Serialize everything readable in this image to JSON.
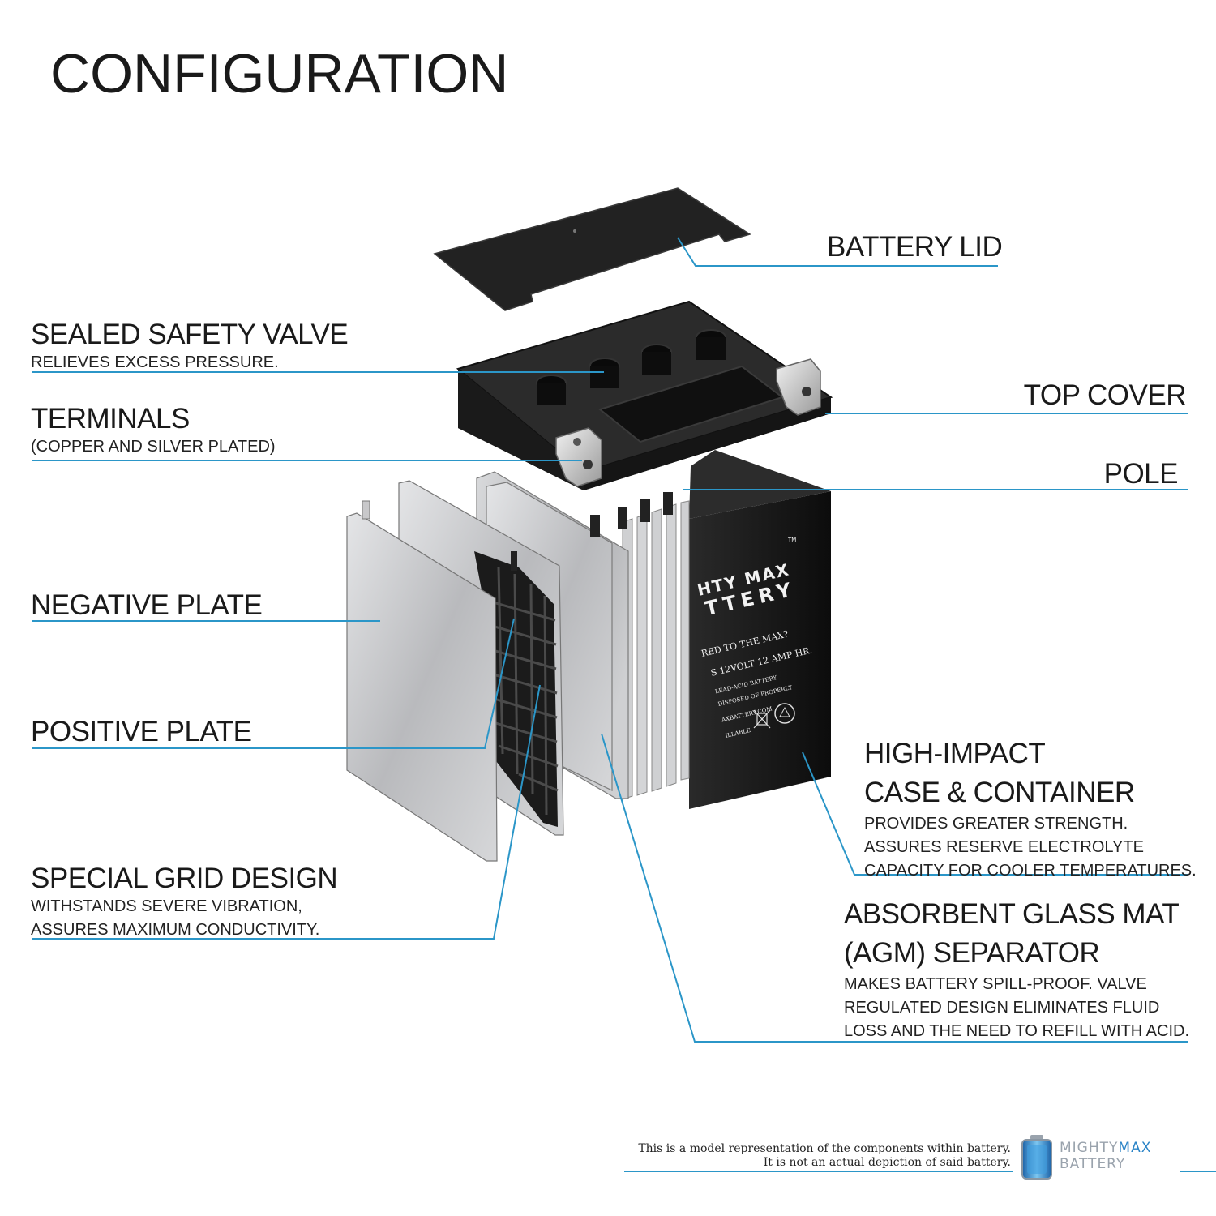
{
  "title": "CONFIGURATION",
  "colors": {
    "leader_line": "#2b96c8",
    "text": "#1a1a1a",
    "battery": "#141414",
    "plate": "#c6c7c9"
  },
  "callouts": {
    "battery_lid": {
      "heading": "BATTERY LID"
    },
    "safety_valve": {
      "heading": "SEALED SAFETY VALVE",
      "sub": "RELIEVES EXCESS PRESSURE."
    },
    "terminals": {
      "heading": "TERMINALS",
      "sub": "(COPPER AND SILVER PLATED)"
    },
    "top_cover": {
      "heading": "TOP COVER"
    },
    "pole": {
      "heading": "POLE"
    },
    "negative_plate": {
      "heading": "NEGATIVE PLATE"
    },
    "positive_plate": {
      "heading": "POSITIVE PLATE"
    },
    "grid_design": {
      "heading": "SPECIAL GRID DESIGN",
      "sub1": "WITHSTANDS SEVERE VIBRATION,",
      "sub2": "ASSURES MAXIMUM CONDUCTIVITY."
    },
    "case": {
      "heading1": "HIGH-IMPACT",
      "heading2": "CASE & CONTAINER",
      "sub1": "PROVIDES GREATER STRENGTH.",
      "sub2": "ASSURES RESERVE ELECTROLYTE",
      "sub3": "CAPACITY FOR COOLER TEMPERATURES."
    },
    "agm": {
      "heading1": "ABSORBENT GLASS MAT",
      "heading2": "(AGM) SEPARATOR",
      "sub1": "MAKES BATTERY SPILL-PROOF. VALVE",
      "sub2": "REGULATED DESIGN ELIMINATES FLUID",
      "sub3": "LOSS AND THE NEED TO REFILL WITH ACID."
    }
  },
  "battery_label": {
    "brand1": "HTY MAX",
    "brand2": "TTERY",
    "tm": "TM",
    "line1": "RED TO THE MAX?",
    "line2": "S    12VOLT 12 AMP HR.",
    "line3": "LEAD-ACID BATTERY",
    "line4": "DISPOSED OF PROPERLY",
    "line5": "AXBATTERY.COM",
    "line6": "ILLABLE"
  },
  "footnote": {
    "line1": "This is a model representation of the components within battery.",
    "line2": "It is not an actual depiction of said battery."
  },
  "brand": {
    "word1": "MIGHTY",
    "word2": "MAX",
    "word3": "BATTERY"
  },
  "icons": [
    "recycle-icon",
    "crossed-bin-icon",
    "battery-logo-icon"
  ]
}
